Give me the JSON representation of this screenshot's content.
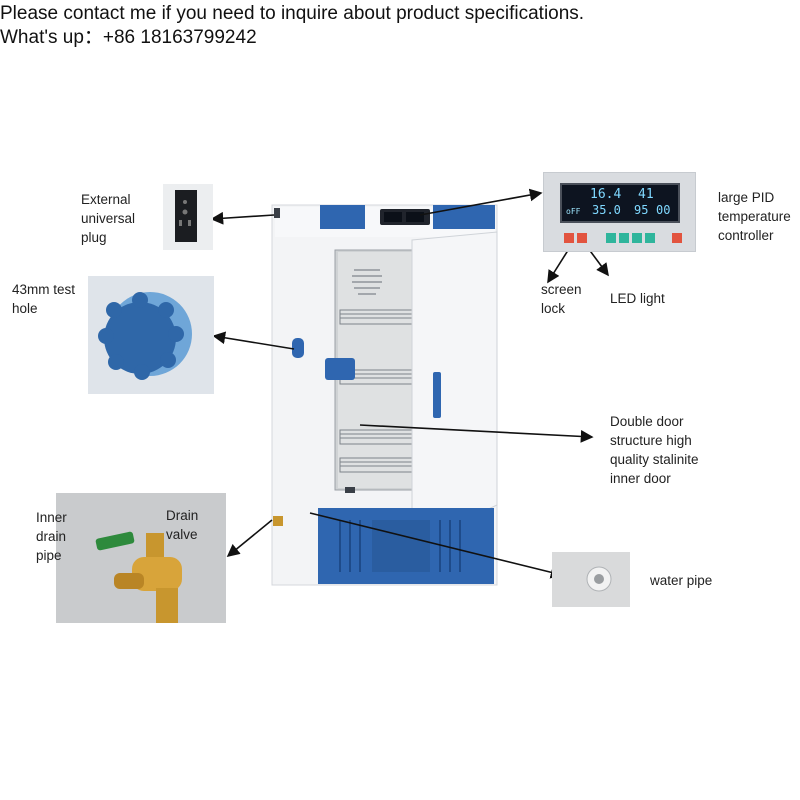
{
  "header": {
    "line1": "Please contact me if you need to inquire about product specifications.",
    "line2": "What's up：+86 18163799242"
  },
  "labels": {
    "external_plug": [
      "External",
      "universal",
      "plug"
    ],
    "test_hole": [
      "43mm test",
      "hole"
    ],
    "pid_controller": [
      "large PID",
      "temperature",
      "controller"
    ],
    "screen_lock": [
      "screen",
      "lock"
    ],
    "led_light": "LED light",
    "double_door": [
      "Double door",
      "structure high",
      "quality stalinite",
      "inner door"
    ],
    "inner_drain": [
      "Inner",
      "drain",
      "pipe"
    ],
    "drain_valve": [
      "Drain",
      "valve"
    ],
    "water_pipe": "water pipe"
  },
  "controller_display": {
    "top_left": "16.4",
    "top_right": "41",
    "bottom_prefix": "oFF",
    "bottom_left": "35.0",
    "bottom_right": "95",
    "bottom_suffix": "00"
  },
  "colors": {
    "accent_blue": "#2f66b0",
    "cabinet_white": "#f4f5f7",
    "brass": "#c8962e",
    "valve_handle": "#2e8a3c"
  }
}
